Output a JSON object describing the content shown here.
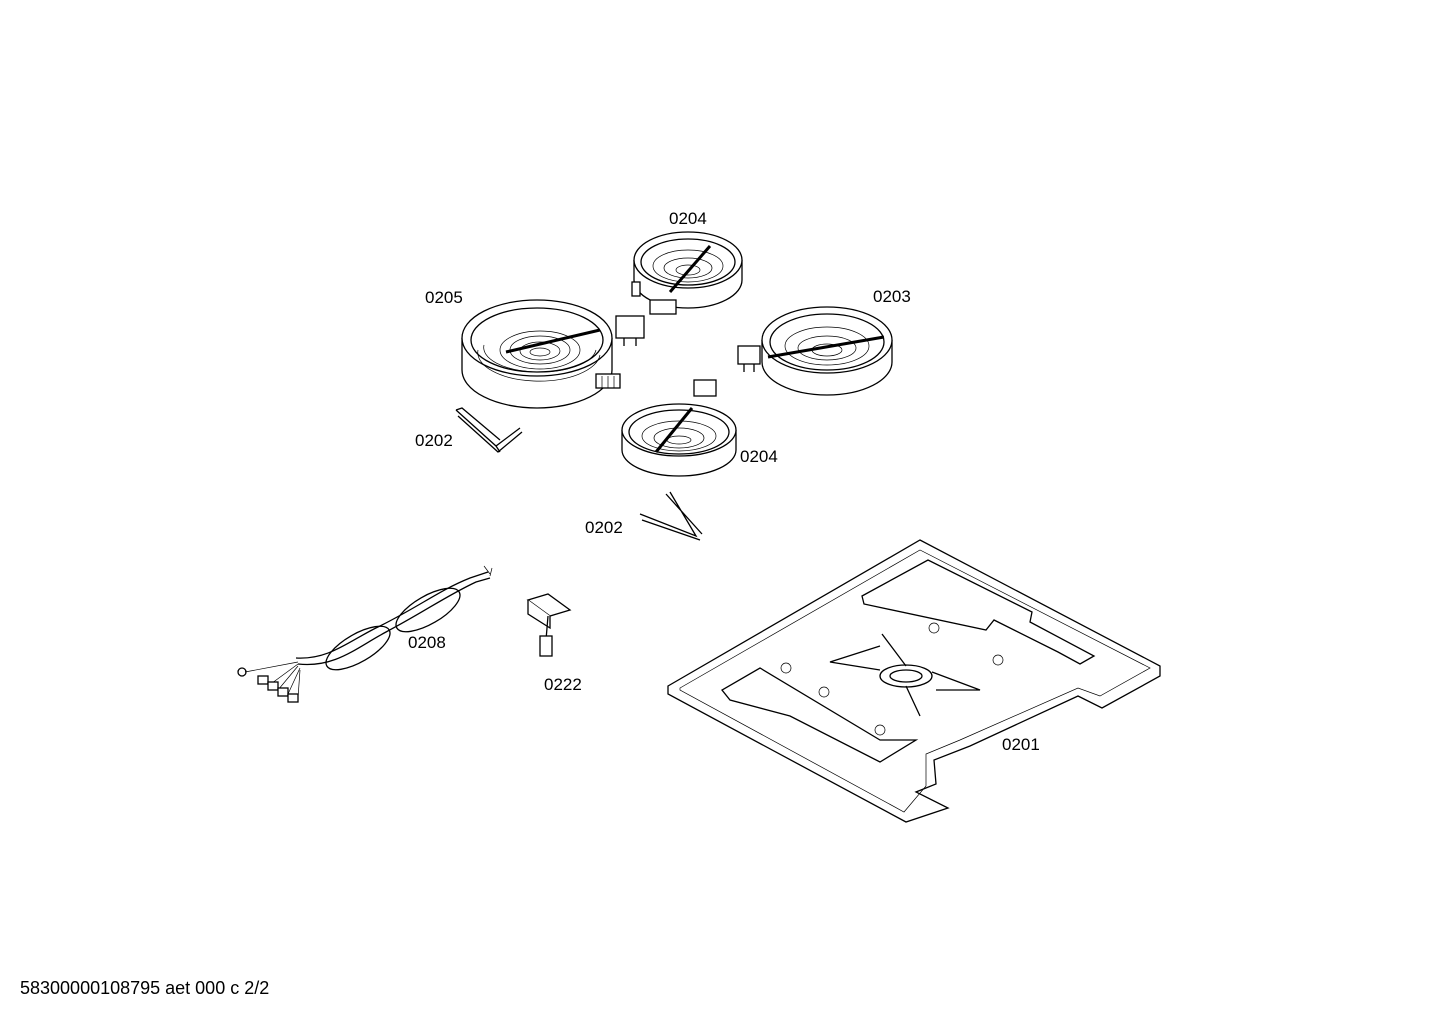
{
  "callouts": {
    "hotplate_top": "0204",
    "hotplate_left": "0205",
    "hotplate_right": "0203",
    "hotplate_front": "0204",
    "clip_left": "0202",
    "clip_front": "0202",
    "cable": "0208",
    "sensor": "0222",
    "base_plate": "0201"
  },
  "footer": "58300000108795 aet 000 c 2/2"
}
